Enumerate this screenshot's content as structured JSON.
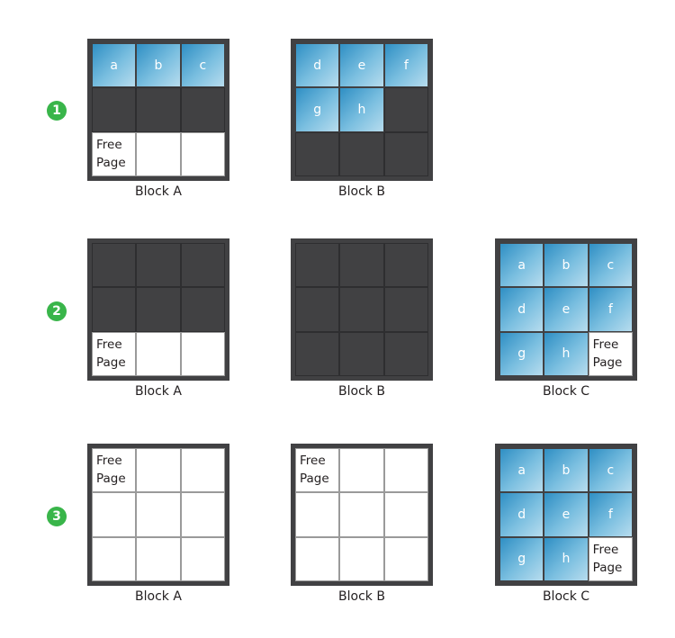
{
  "steps": [
    {
      "badge": "1"
    },
    {
      "badge": "2"
    },
    {
      "badge": "3"
    }
  ],
  "rows": [
    {
      "blocks": [
        {
          "name": "Block A",
          "cells": [
            {
              "state": "data",
              "text": "a"
            },
            {
              "state": "data",
              "text": "b"
            },
            {
              "state": "data",
              "text": "c"
            },
            {
              "state": "used",
              "text": ""
            },
            {
              "state": "used",
              "text": ""
            },
            {
              "state": "used",
              "text": ""
            },
            {
              "state": "free",
              "text": "Free Page"
            },
            {
              "state": "free",
              "text": ""
            },
            {
              "state": "free",
              "text": ""
            }
          ]
        },
        {
          "name": "Block B",
          "cells": [
            {
              "state": "data",
              "text": "d"
            },
            {
              "state": "data",
              "text": "e"
            },
            {
              "state": "data",
              "text": "f"
            },
            {
              "state": "data",
              "text": "g"
            },
            {
              "state": "data",
              "text": "h"
            },
            {
              "state": "used",
              "text": ""
            },
            {
              "state": "used",
              "text": ""
            },
            {
              "state": "used",
              "text": ""
            },
            {
              "state": "used",
              "text": ""
            }
          ]
        }
      ]
    },
    {
      "blocks": [
        {
          "name": "Block A",
          "cells": [
            {
              "state": "used",
              "text": ""
            },
            {
              "state": "used",
              "text": ""
            },
            {
              "state": "used",
              "text": ""
            },
            {
              "state": "used",
              "text": ""
            },
            {
              "state": "used",
              "text": ""
            },
            {
              "state": "used",
              "text": ""
            },
            {
              "state": "free",
              "text": "Free Page"
            },
            {
              "state": "free",
              "text": ""
            },
            {
              "state": "free",
              "text": ""
            }
          ]
        },
        {
          "name": "Block B",
          "cells": [
            {
              "state": "used",
              "text": ""
            },
            {
              "state": "used",
              "text": ""
            },
            {
              "state": "used",
              "text": ""
            },
            {
              "state": "used",
              "text": ""
            },
            {
              "state": "used",
              "text": ""
            },
            {
              "state": "used",
              "text": ""
            },
            {
              "state": "used",
              "text": ""
            },
            {
              "state": "used",
              "text": ""
            },
            {
              "state": "used",
              "text": ""
            }
          ]
        },
        {
          "name": "Block C",
          "cells": [
            {
              "state": "data",
              "text": "a"
            },
            {
              "state": "data",
              "text": "b"
            },
            {
              "state": "data",
              "text": "c"
            },
            {
              "state": "data",
              "text": "d"
            },
            {
              "state": "data",
              "text": "e"
            },
            {
              "state": "data",
              "text": "f"
            },
            {
              "state": "data",
              "text": "g"
            },
            {
              "state": "data",
              "text": "h"
            },
            {
              "state": "free",
              "text": "Free Page"
            }
          ]
        }
      ]
    },
    {
      "blocks": [
        {
          "name": "Block A",
          "cells": [
            {
              "state": "free",
              "text": "Free Page"
            },
            {
              "state": "free",
              "text": ""
            },
            {
              "state": "free",
              "text": ""
            },
            {
              "state": "free",
              "text": ""
            },
            {
              "state": "free",
              "text": ""
            },
            {
              "state": "free",
              "text": ""
            },
            {
              "state": "free",
              "text": ""
            },
            {
              "state": "free",
              "text": ""
            },
            {
              "state": "free",
              "text": ""
            }
          ]
        },
        {
          "name": "Block B",
          "cells": [
            {
              "state": "free",
              "text": "Free Page"
            },
            {
              "state": "free",
              "text": ""
            },
            {
              "state": "free",
              "text": ""
            },
            {
              "state": "free",
              "text": ""
            },
            {
              "state": "free",
              "text": ""
            },
            {
              "state": "free",
              "text": ""
            },
            {
              "state": "free",
              "text": ""
            },
            {
              "state": "free",
              "text": ""
            },
            {
              "state": "free",
              "text": ""
            }
          ]
        },
        {
          "name": "Block C",
          "cells": [
            {
              "state": "data",
              "text": "a"
            },
            {
              "state": "data",
              "text": "b"
            },
            {
              "state": "data",
              "text": "c"
            },
            {
              "state": "data",
              "text": "d"
            },
            {
              "state": "data",
              "text": "e"
            },
            {
              "state": "data",
              "text": "f"
            },
            {
              "state": "data",
              "text": "g"
            },
            {
              "state": "data",
              "text": "h"
            },
            {
              "state": "free",
              "text": "Free Page"
            }
          ]
        }
      ]
    }
  ],
  "colors": {
    "block_frame": "#414143",
    "used_page": "#414143",
    "free_page": "#ffffff",
    "data_page_dark": "#2f8fc4",
    "data_page_light": "#b7dcee",
    "step_badge": "#39b54a"
  }
}
